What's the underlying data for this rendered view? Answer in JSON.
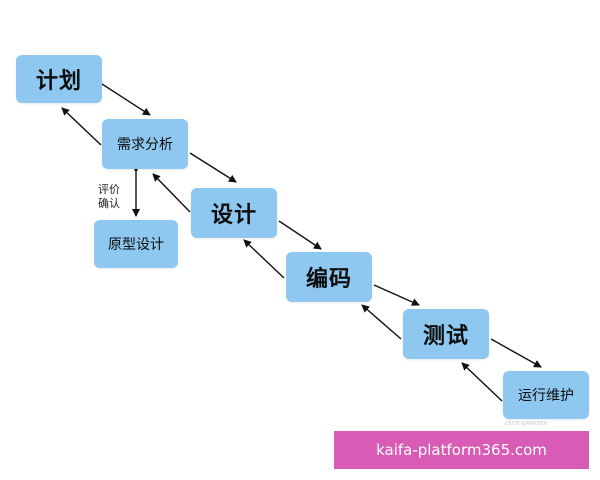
{
  "diagram": {
    "nodes": {
      "plan": "计划",
      "requirements": "需求分析",
      "prototype": "原型设计",
      "design": "设计",
      "coding": "编码",
      "testing": "测试",
      "operations": "运行维护"
    },
    "eval_label_line1": "评价",
    "eval_label_line2": "确认",
    "node_color": "#8ec8f0",
    "arrow_color": "#111111"
  },
  "watermark": "CSDN @ANRDEV",
  "banner": {
    "text": "kaifa-platform365.com",
    "color": "#d85bb5"
  }
}
